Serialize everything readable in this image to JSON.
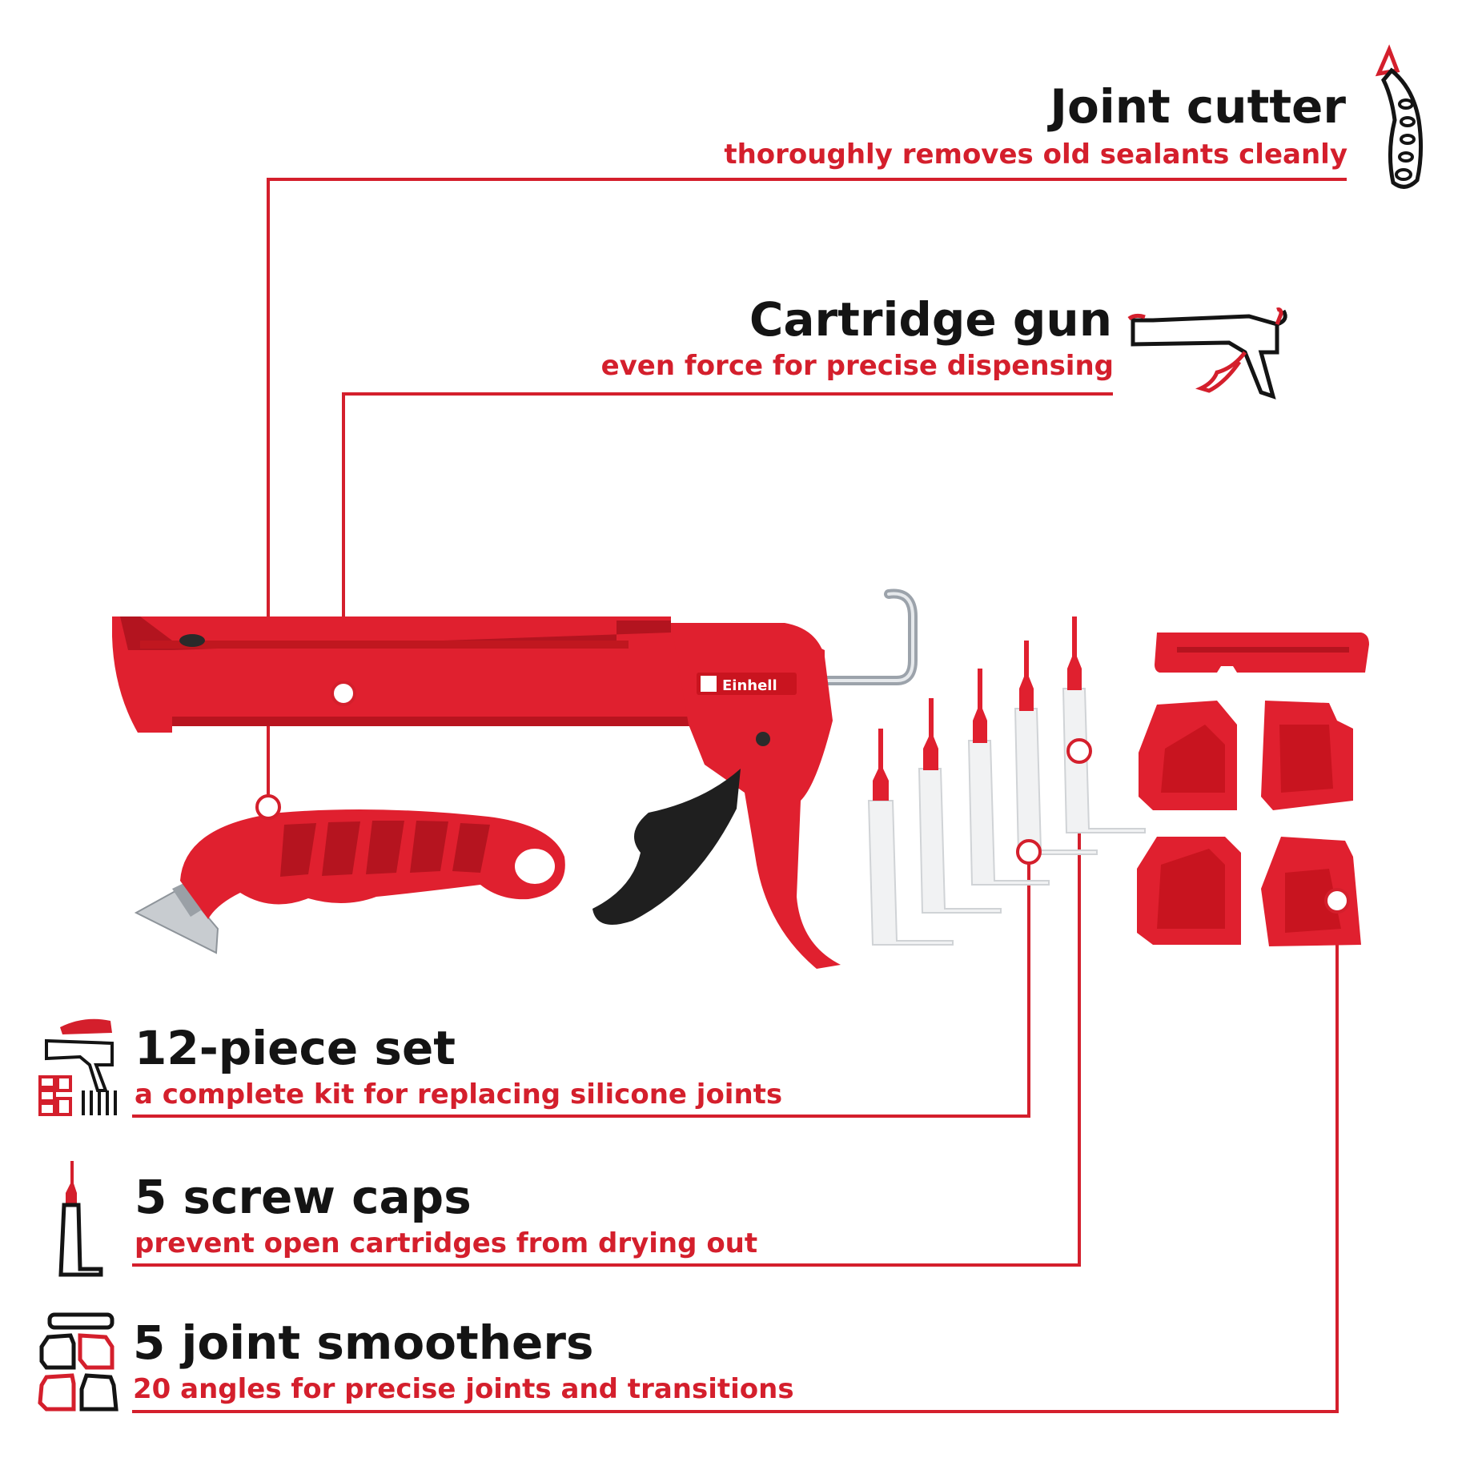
{
  "colors": {
    "accent": "#d41f2c",
    "text": "#141414",
    "product_red": "#e0202f",
    "background": "#ffffff"
  },
  "brand": {
    "logo_text": "Einhell"
  },
  "callouts": {
    "joint_cutter": {
      "title": "Joint cutter",
      "subtitle": "thoroughly removes old sealants cleanly",
      "icon": "joint-cutter-icon"
    },
    "cartridge_gun": {
      "title": "Cartridge gun",
      "subtitle": "even force for precise dispensing",
      "icon": "cartridge-gun-icon"
    },
    "set": {
      "title": "12-piece set",
      "subtitle": "a complete kit for replacing silicone joints",
      "icon": "tool-set-icon"
    },
    "screw_caps": {
      "title": "5 screw caps",
      "subtitle": "prevent open cartridges from drying out",
      "icon": "screw-cap-icon"
    },
    "joint_smoothers": {
      "title": "5 joint smoothers",
      "subtitle": "20 angles for precise joints and transitions",
      "icon": "joint-smoother-icon"
    }
  }
}
